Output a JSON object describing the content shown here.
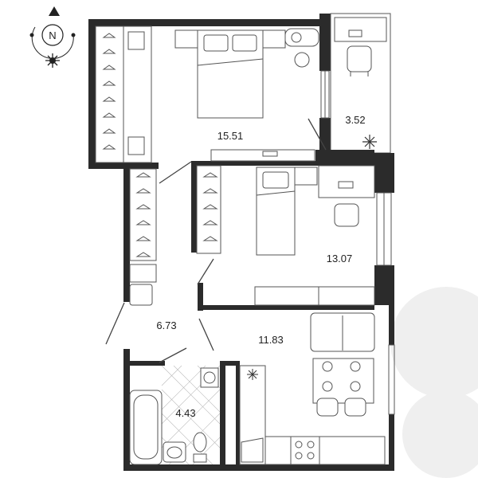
{
  "compass": {
    "north_label": "N"
  },
  "rooms": [
    {
      "id": "bedroom-large",
      "area": "15.51"
    },
    {
      "id": "balcony",
      "area": "3.52"
    },
    {
      "id": "bedroom-small",
      "area": "13.07"
    },
    {
      "id": "hallway",
      "area": "6.73"
    },
    {
      "id": "kitchen-living",
      "area": "11.83"
    },
    {
      "id": "bathroom",
      "area": "4.43"
    }
  ],
  "colors": {
    "wall": "#2b2b2b",
    "line": "#555555",
    "background": "#ffffff"
  }
}
